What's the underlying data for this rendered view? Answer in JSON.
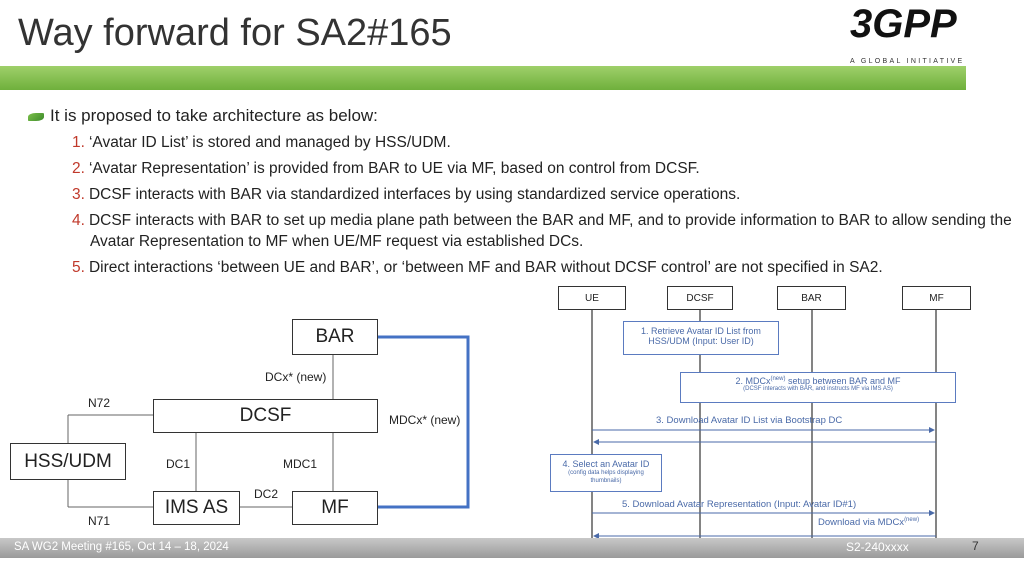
{
  "slide": {
    "title": "Way forward for SA2#165",
    "logo": {
      "main": "3GPP",
      "sub": "A GLOBAL INITIATIVE"
    },
    "bullet": "It is proposed to take architecture as below:",
    "items": [
      {
        "num": "1.",
        "text": "‘Avatar ID List’ is stored and managed by HSS/UDM."
      },
      {
        "num": "2.",
        "text": "‘Avatar Representation’ is provided from BAR to UE via MF, based on control from DCSF."
      },
      {
        "num": "3.",
        "text": "DCSF interacts with BAR via standardized interfaces by using standardized service operations."
      },
      {
        "num": "4.",
        "text": "DCSF interacts with BAR to set up media plane path between the BAR and MF, and to provide information to BAR to allow sending the Avatar Representation to MF when UE/MF request via established DCs."
      },
      {
        "num": "5.",
        "text": "Direct interactions ‘between UE and BAR’, or ‘between MF and BAR without DCSF control’ are not specified in SA2."
      }
    ],
    "colors": {
      "accent_green": "#6fb03c",
      "number_red": "#c0392b",
      "link_blue": "#4472c4"
    }
  },
  "arch": {
    "nodes": {
      "bar": "BAR",
      "dcsf": "DCSF",
      "hss": "HSS/UDM",
      "imsas": "IMS AS",
      "mf": "MF"
    },
    "labels": {
      "dcx": "DCx* (new)",
      "mdcx": "MDCx* (new)",
      "n72": "N72",
      "n71": "N71",
      "dc1": "DC1",
      "mdc1": "MDC1",
      "dc2": "DC2"
    }
  },
  "sequence": {
    "participants": [
      "UE",
      "DCSF",
      "BAR",
      "MF"
    ],
    "step1": {
      "line1": "1. Retrieve Avatar ID List from",
      "line2": "HSS/UDM (Input: User ID)"
    },
    "step2": {
      "pre": "2. MDCx",
      "sup": "(new)",
      "post": " setup between BAR and MF",
      "note": "(DCSF interacts with BAR, and instructs MF via IMS AS)"
    },
    "step3": "3. Download Avatar ID List via Bootstrap DC",
    "step4": {
      "title": "4. Select an Avatar ID",
      "note": "(config data helps displaying thumbnails)"
    },
    "step5": "5. Download Avatar Representation (Input: Avatar ID#1)",
    "step6": {
      "pre": "Download via MDCx",
      "sup": "(new)"
    }
  },
  "footer": {
    "meeting": "SA WG2 Meeting #165, Oct 14 – 18, 2024",
    "doc": "S2-240xxxx",
    "page": "7"
  }
}
